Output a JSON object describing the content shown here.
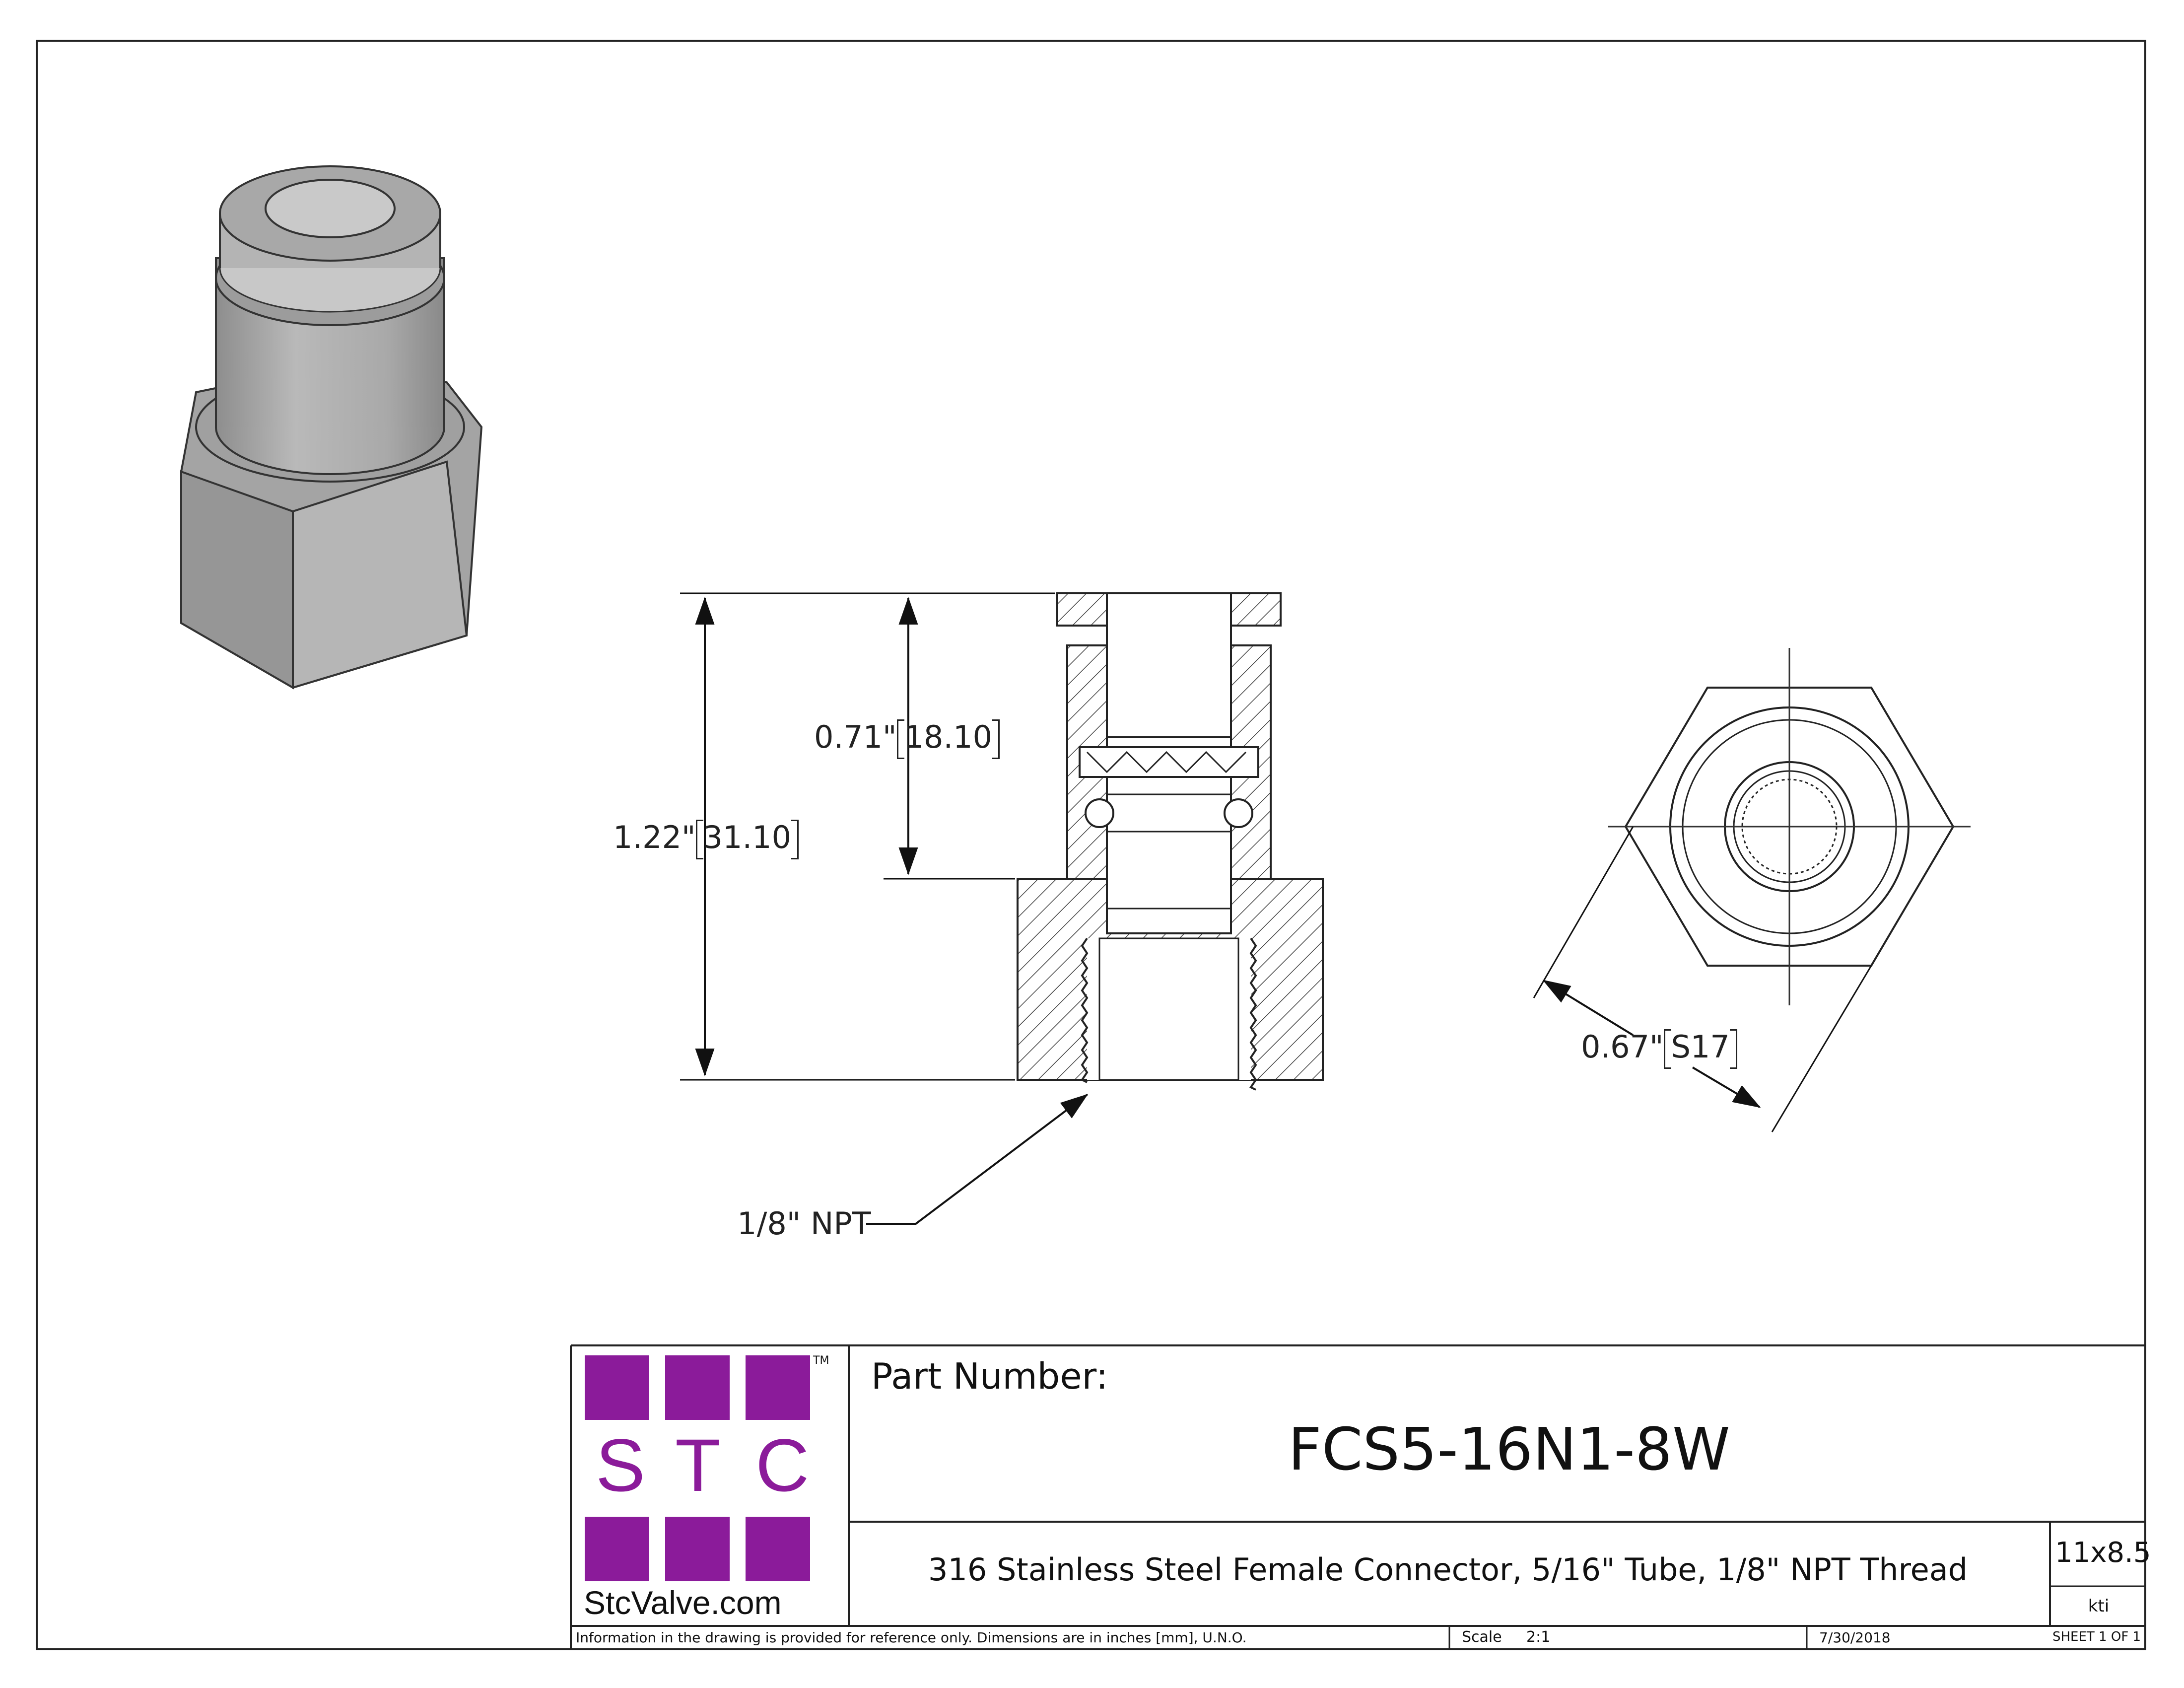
{
  "dimensions": {
    "height_overall": {
      "inch": "1.22\"",
      "mm": "31.10"
    },
    "height_upper": {
      "inch": "0.71\"",
      "mm": "18.10"
    },
    "hex_across_flats": {
      "inch": "0.67\"",
      "mm": "S17"
    },
    "thread_callout": "1/8\" NPT"
  },
  "logo": {
    "letters": [
      "S",
      "T",
      "C"
    ],
    "trademark": "TM",
    "website": "StcValve.com",
    "color": "#8b1b9a"
  },
  "title_block": {
    "part_number_label": "Part Number:",
    "part_number": "FCS5-16N1-8W",
    "description": "316 Stainless Steel Female Connector, 5/16\" Tube, 1/8\" NPT Thread",
    "sheet_size": "11x8.5",
    "drawn_by": "kti",
    "disclaimer": "Information in the drawing is provided for reference only. Dimensions are in inches [mm], U.N.O.",
    "scale_label": "Scale",
    "scale_value": "2:1",
    "date": "7/30/2018",
    "sheet": "SHEET 1 OF 1"
  }
}
